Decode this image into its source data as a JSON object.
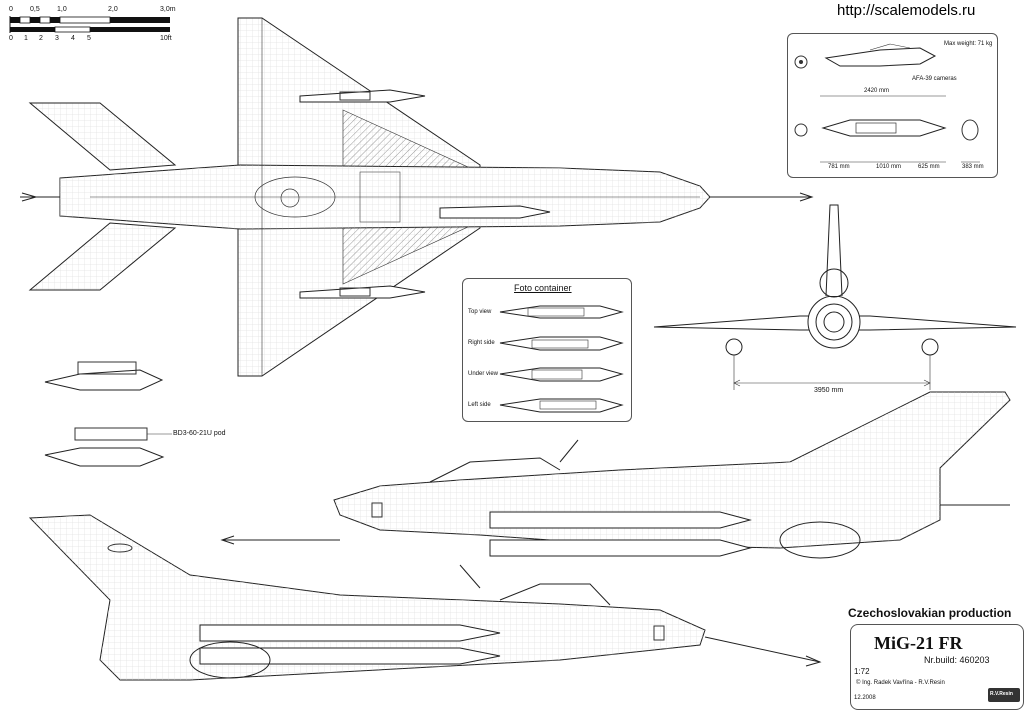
{
  "watermark": "http://scalemodels.ru",
  "scale_bar": {
    "metric_ticks": [
      "0",
      "0,5",
      "1,0",
      "2,0",
      "3,0m"
    ],
    "imperial_ticks": [
      "0",
      "1",
      "2",
      "3",
      "4",
      "5",
      "10ft"
    ]
  },
  "afa_box": {
    "max_weight": "Max weight: 71 kg",
    "camera_label": "AFA-39 cameras",
    "dim_total": "2420 mm",
    "dim_a": "781 mm",
    "dim_b": "1010 mm",
    "dim_c": "625 mm",
    "dim_d": "383 mm"
  },
  "foto_container": {
    "title": "Foto container",
    "views": [
      "Top view",
      "Right side",
      "Under view",
      "Left side"
    ]
  },
  "pod_label": "BD3-60-21U pod",
  "span_dim": "3950 mm",
  "title_block": {
    "production": "Czechoslovakian production",
    "model": "MiG-21 FR",
    "build": "Nr.build: 460203",
    "scale": "1:72",
    "author": "© Ing. Radek Vavřína - R.V.Resin",
    "date": "12.2008",
    "logo": "R.V.Resin"
  }
}
